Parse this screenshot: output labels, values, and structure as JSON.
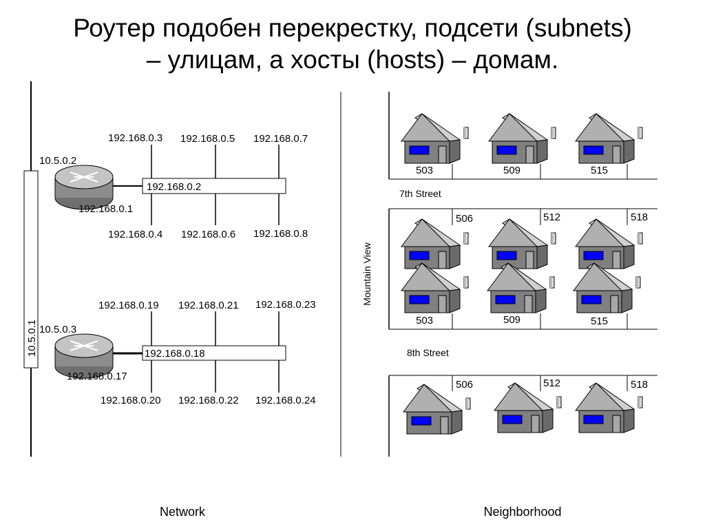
{
  "title": {
    "line1": "Роутер подобен перекрестку, подсети (subnets)",
    "line2": "– улицам, а хосты (hosts) – домам."
  },
  "network": {
    "caption": "Network",
    "backbone_label": "10.5.0.1",
    "router1": {
      "wan_ip": "10.5.0.2",
      "lan_ip": "192.168.0.1",
      "subnet_label": "192.168.0.2",
      "hosts_top": [
        "192.168.0.3",
        "192.168.0.5",
        "192.168.0.7"
      ],
      "hosts_bottom": [
        "192.168.0.4",
        "192.168.0.6",
        "192.168.0.8"
      ]
    },
    "router2": {
      "wan_ip": "10.5.0.3",
      "lan_ip": "192.168.0.17",
      "subnet_label": "192.168.0.18",
      "hosts_top": [
        "192.168.0.19",
        "192.168.0.21",
        "192.168.0.23"
      ],
      "hosts_bottom": [
        "192.168.0.20",
        "192.168.0.22",
        "192.168.0.24"
      ]
    }
  },
  "neighborhood": {
    "caption": "Neighborhood",
    "avenue": "Mountain View",
    "street1": "7th Street",
    "street2": "8th Street",
    "row1": [
      "503",
      "509",
      "515"
    ],
    "row2": [
      "506",
      "512",
      "518"
    ],
    "row3": [
      "503",
      "509",
      "515"
    ],
    "row4": [
      "506",
      "512",
      "518"
    ]
  },
  "colors": {
    "house_wall": "#808080",
    "house_roof": "#c8c8c8",
    "window": "#0000ff",
    "router_body": "#a0a0a0"
  }
}
